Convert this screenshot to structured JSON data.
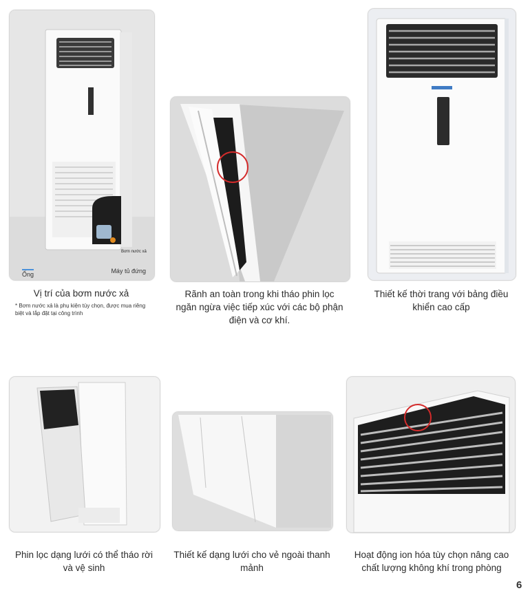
{
  "cards": [
    {
      "caption": "Vị trí của bơm nước xả",
      "note": "* Bơm nước xả là phụ kiện tùy chọn, được mua riêng biệt và lắp đặt tại công trình",
      "label_left": "Ống",
      "label_right": "Máy tủ đứng",
      "pump_label": "Bơm nước xả"
    },
    {
      "caption": "Rãnh an toàn trong khi tháo phin lọc ngăn ngừa việc tiếp xúc với các bộ phận điện và cơ khí."
    },
    {
      "caption": "Thiết kế thời trang với bảng điều khiển cao cấp"
    },
    {
      "caption": "Phin lọc dạng lưới có thể tháo rời và vệ sinh"
    },
    {
      "caption": "Thiết kế dạng lưới cho vẻ ngoài thanh mảnh"
    },
    {
      "caption": "Hoạt động ion hóa tùy chọn nâng cao chất lượng không khí trong phòng"
    }
  ],
  "page_number": "6",
  "colors": {
    "highlight_circle": "#d42b2b",
    "unit_white": "#fafafa",
    "grille_dark": "#2a2a2a"
  }
}
